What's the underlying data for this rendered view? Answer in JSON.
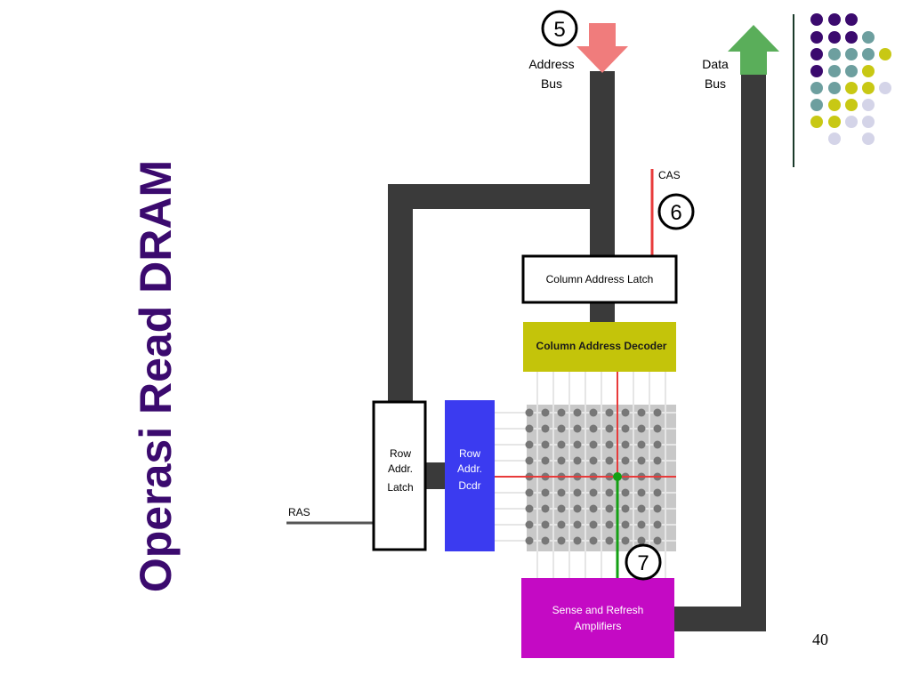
{
  "title": "Operasi Read DRAM",
  "page_number": "40",
  "diagram": {
    "steps": [
      "5",
      "6",
      "7"
    ],
    "address_bus": [
      "Address",
      "Bus"
    ],
    "data_bus": [
      "Data",
      "Bus"
    ],
    "cas": "CAS",
    "ras": "RAS",
    "column_address_latch": "Column Address Latch",
    "column_address_decoder": "Column Address Decoder",
    "row_addr_latch": [
      "Row",
      "Addr.",
      "Latch"
    ],
    "row_addr_decoder": [
      "Row",
      "Addr.",
      "Dcdr"
    ],
    "sense_amplifiers": [
      "Sense and Refresh",
      "Amplifiers"
    ]
  },
  "colors": {
    "title": "#3b0a6e",
    "bus": "#3a3a3a",
    "address_arrow": "#f07c7c",
    "data_arrow": "#5aae5a",
    "cas_line": "#e83b3b",
    "decoder": "#c4c40a",
    "row_decoder": "#3b3bf0",
    "sense_amp": "#c40ac4",
    "selected_line": "#e83b3b",
    "read_path": "#14a014",
    "deco_purple": "#3b0a6e",
    "deco_teal": "#6d9f9f",
    "deco_yellow": "#c8c814",
    "deco_lavender": "#d4d4e8"
  }
}
